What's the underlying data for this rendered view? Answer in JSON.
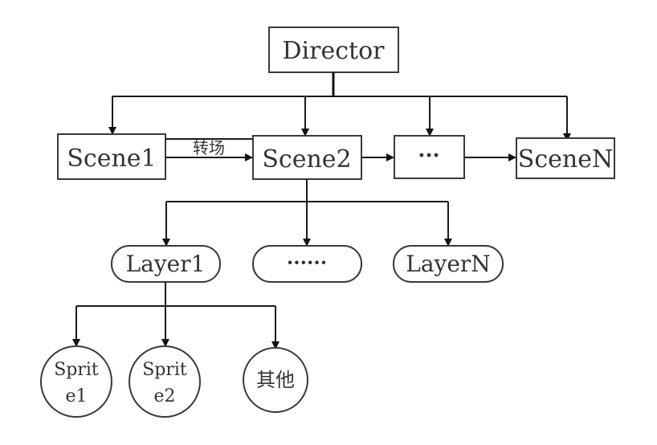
{
  "diagram": {
    "director": "Director",
    "scenes": [
      "Scene1",
      "Scene2",
      "···",
      "SceneN"
    ],
    "transition_label": "转场",
    "layers": [
      "Layer1",
      "······",
      "LayerN"
    ],
    "sprites": [
      {
        "line1": "Sprit",
        "line2": "e1"
      },
      {
        "line1": "Sprit",
        "line2": "e2"
      },
      {
        "line1": "其他",
        "line2": ""
      }
    ]
  }
}
